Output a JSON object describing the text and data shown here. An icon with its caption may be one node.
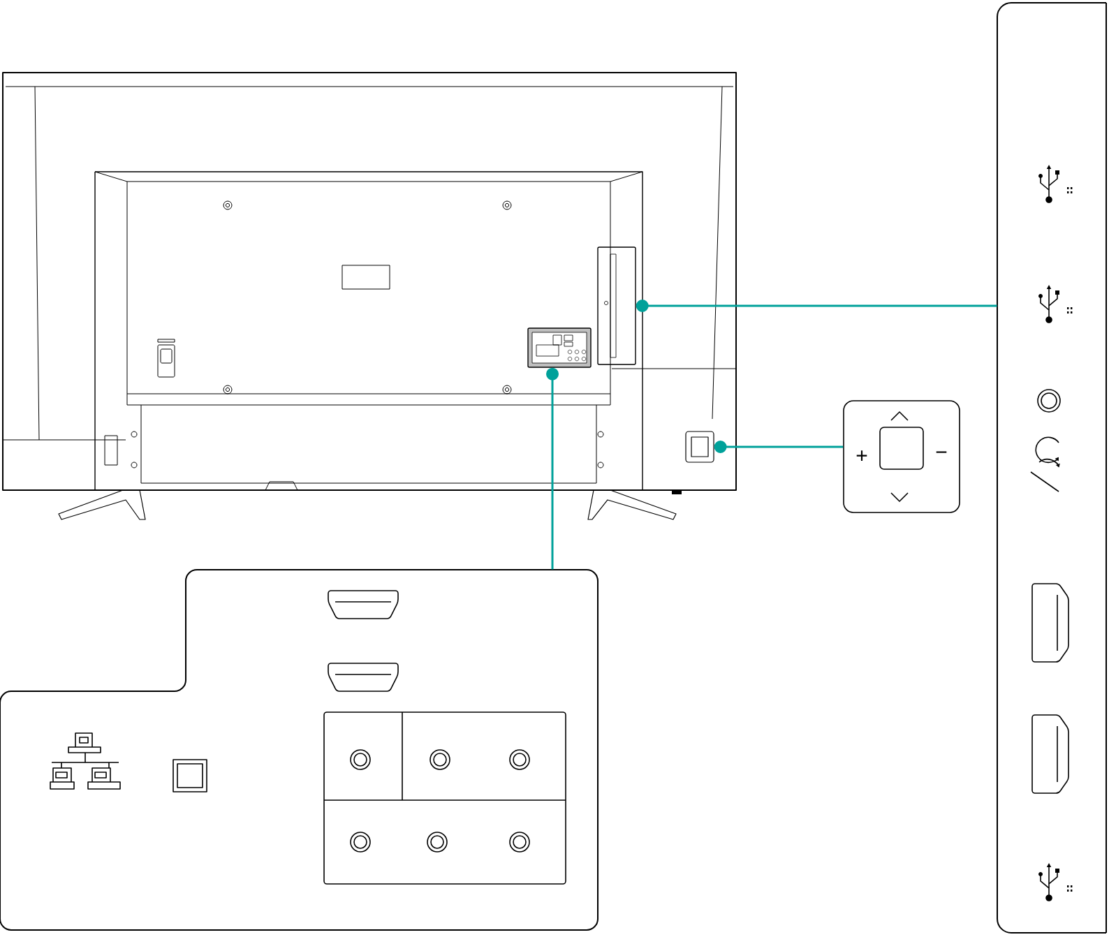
{
  "diagram": {
    "nodes": [
      {
        "text": [],
        "shape": "picture"
      },
      {
        "text": [],
        "shape": "box",
        "in": 0
      },
      {
        "text": [],
        "shape": "box",
        "in": 0
      },
      {
        "text": [],
        "shape": "box",
        "in": 0
      },
      {
        "text": [],
        "shape": "box"
      },
      {
        "text": [
          "+",
          "−"
        ]
      },
      {
        "text": [],
        "shape": "box"
      }
    ],
    "edges": [
      {
        "from": 1,
        "to": 4,
        "arrow": "other"
      },
      {
        "from": 3,
        "to": 5,
        "arrow": "other"
      },
      {
        "from": 2,
        "to": 6,
        "arrow": "other"
      }
    ]
  }
}
